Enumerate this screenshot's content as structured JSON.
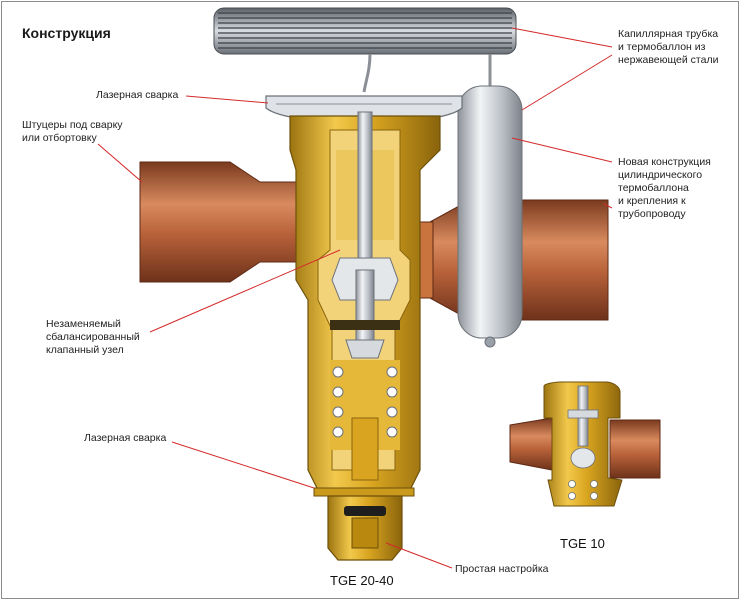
{
  "title": "Конструкция",
  "labels": {
    "laser_weld_top": "Лазерная сварка",
    "fittings": "Штуцеры под сварку\nили отбортовку",
    "capillary": "Капиллярная трубка\nи термобаллон из\nнержавеющей стали",
    "new_design": "Новая конструкция\nцилиндрического\nтермобаллона\nи крепления к\nтрубопроводу",
    "valve_assembly": "Незаменяемый\nсбалансированный\nклапанный узел",
    "laser_weld_bottom": "Лазерная сварка",
    "adjustment": "Простая настройка"
  },
  "models": {
    "main": "TGE 20-40",
    "small": "TGE 10"
  },
  "colors": {
    "leader_line": "#d42a2a",
    "brass": "#d9a520",
    "brass_dark": "#9c7410",
    "copper": "#b8623a",
    "copper_dark": "#7a3a1e",
    "steel": "#c8ccd2",
    "frame": "#8c8c8c"
  }
}
